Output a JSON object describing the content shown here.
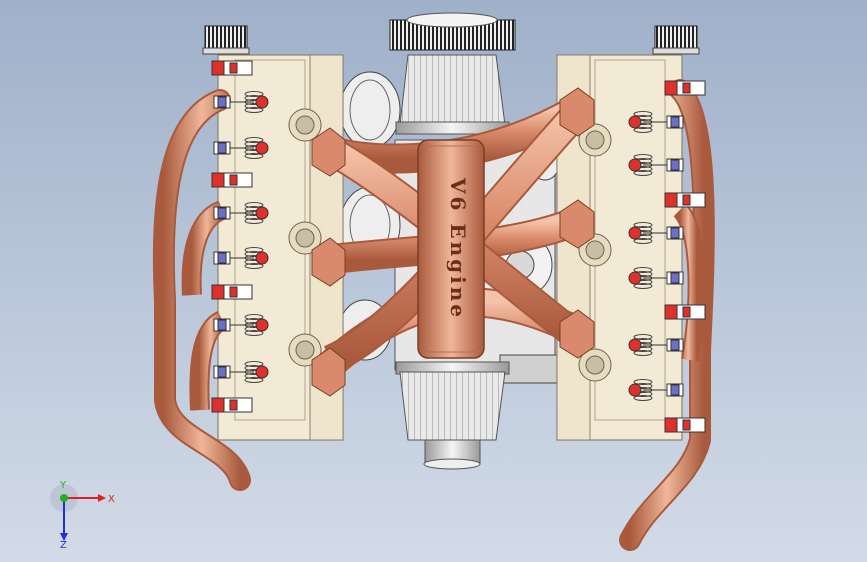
{
  "model": {
    "manifold_label": "V6 Engine"
  },
  "triad": {
    "x_label": "X",
    "y_label": "Y",
    "z_label": "Z"
  },
  "colors": {
    "background_top": "#9fb0c9",
    "background_bottom": "#d2dbe7",
    "copper": "#d9896a",
    "copper_dark": "#a95a3d",
    "block": "#f3ead6",
    "block_edge": "#8a8270",
    "spark_red": "#e0302c",
    "spark_blue": "#6b6fc9",
    "filter_gray": "#d8d8d8",
    "axis_x": "#e02020",
    "axis_y": "#20b020",
    "axis_z": "#2030e0"
  }
}
